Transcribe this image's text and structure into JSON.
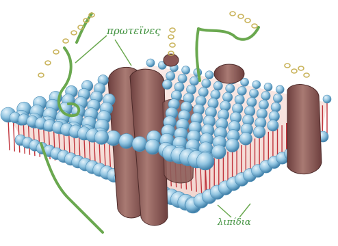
{
  "labels": {
    "proteins": "πρωτεϊνες",
    "lipids": "λιπίδια"
  },
  "colors": {
    "lipid_head": "#8fc3e0",
    "lipid_head_dark": "#4f8fb7",
    "lipid_tail": "#c0343c",
    "protein": "#8a5654",
    "protein_light": "#a97a73",
    "carbohydrate": "#c9b35a",
    "glycoprotein_stem": "#6aa84f",
    "label_text": "#3c8f3a"
  },
  "parts": [
    "lipid-bilayer",
    "integral-protein",
    "peripheral-protein",
    "carbohydrate-chain",
    "glycoprotein"
  ]
}
